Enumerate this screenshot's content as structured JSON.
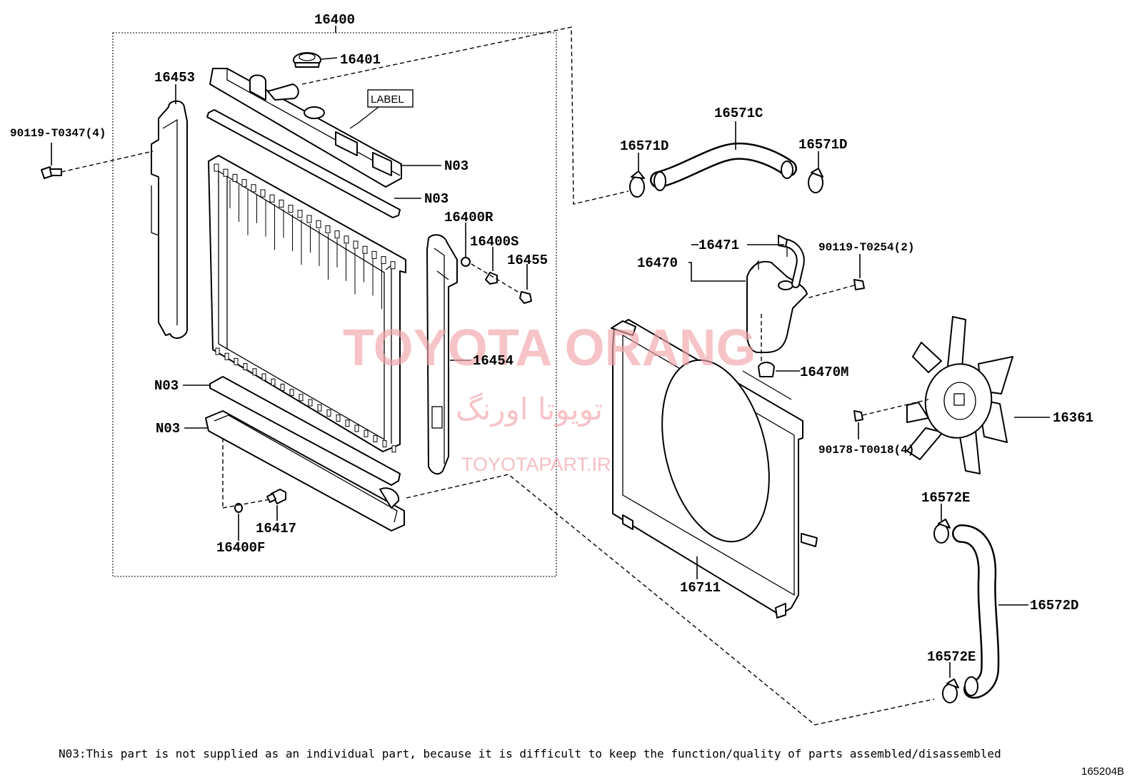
{
  "callouts": {
    "p16400": "16400",
    "p16401": "16401",
    "label_tag": "LABEL",
    "p16453": "16453",
    "bolt_90119_T0347": "90119-T0347(4)",
    "n03_top_a": "N03",
    "n03_top_b": "N03",
    "p16400R": "16400R",
    "p16400S": "16400S",
    "p16455": "16455",
    "p16454": "16454",
    "n03_bottom_a": "N03",
    "n03_bottom_b": "N03",
    "p16417": "16417",
    "p16400F": "16400F",
    "p16571C": "16571C",
    "p16571D_left": "16571D",
    "p16571D_right": "16571D",
    "p16471": "16471",
    "p16470": "16470",
    "bolt_90119_T0254": "90119-T0254(2)",
    "p16470M": "16470M",
    "p16361": "16361",
    "nut_90178_T0018": "90178-T0018(4)",
    "p16711": "16711",
    "p16572E_top": "16572E",
    "p16572D": "16572D",
    "p16572E_bottom": "16572E"
  },
  "watermark": {
    "brand": "TOYOTA ORANG",
    "brand_fa": "تویوتا اورنگ",
    "site": "TOYOTAPART.IR"
  },
  "footnote": "N03:This part is not supplied as an individual part, because it is difficult to keep the function/quality of parts assembled/disassembled",
  "figure_code": "165204B"
}
